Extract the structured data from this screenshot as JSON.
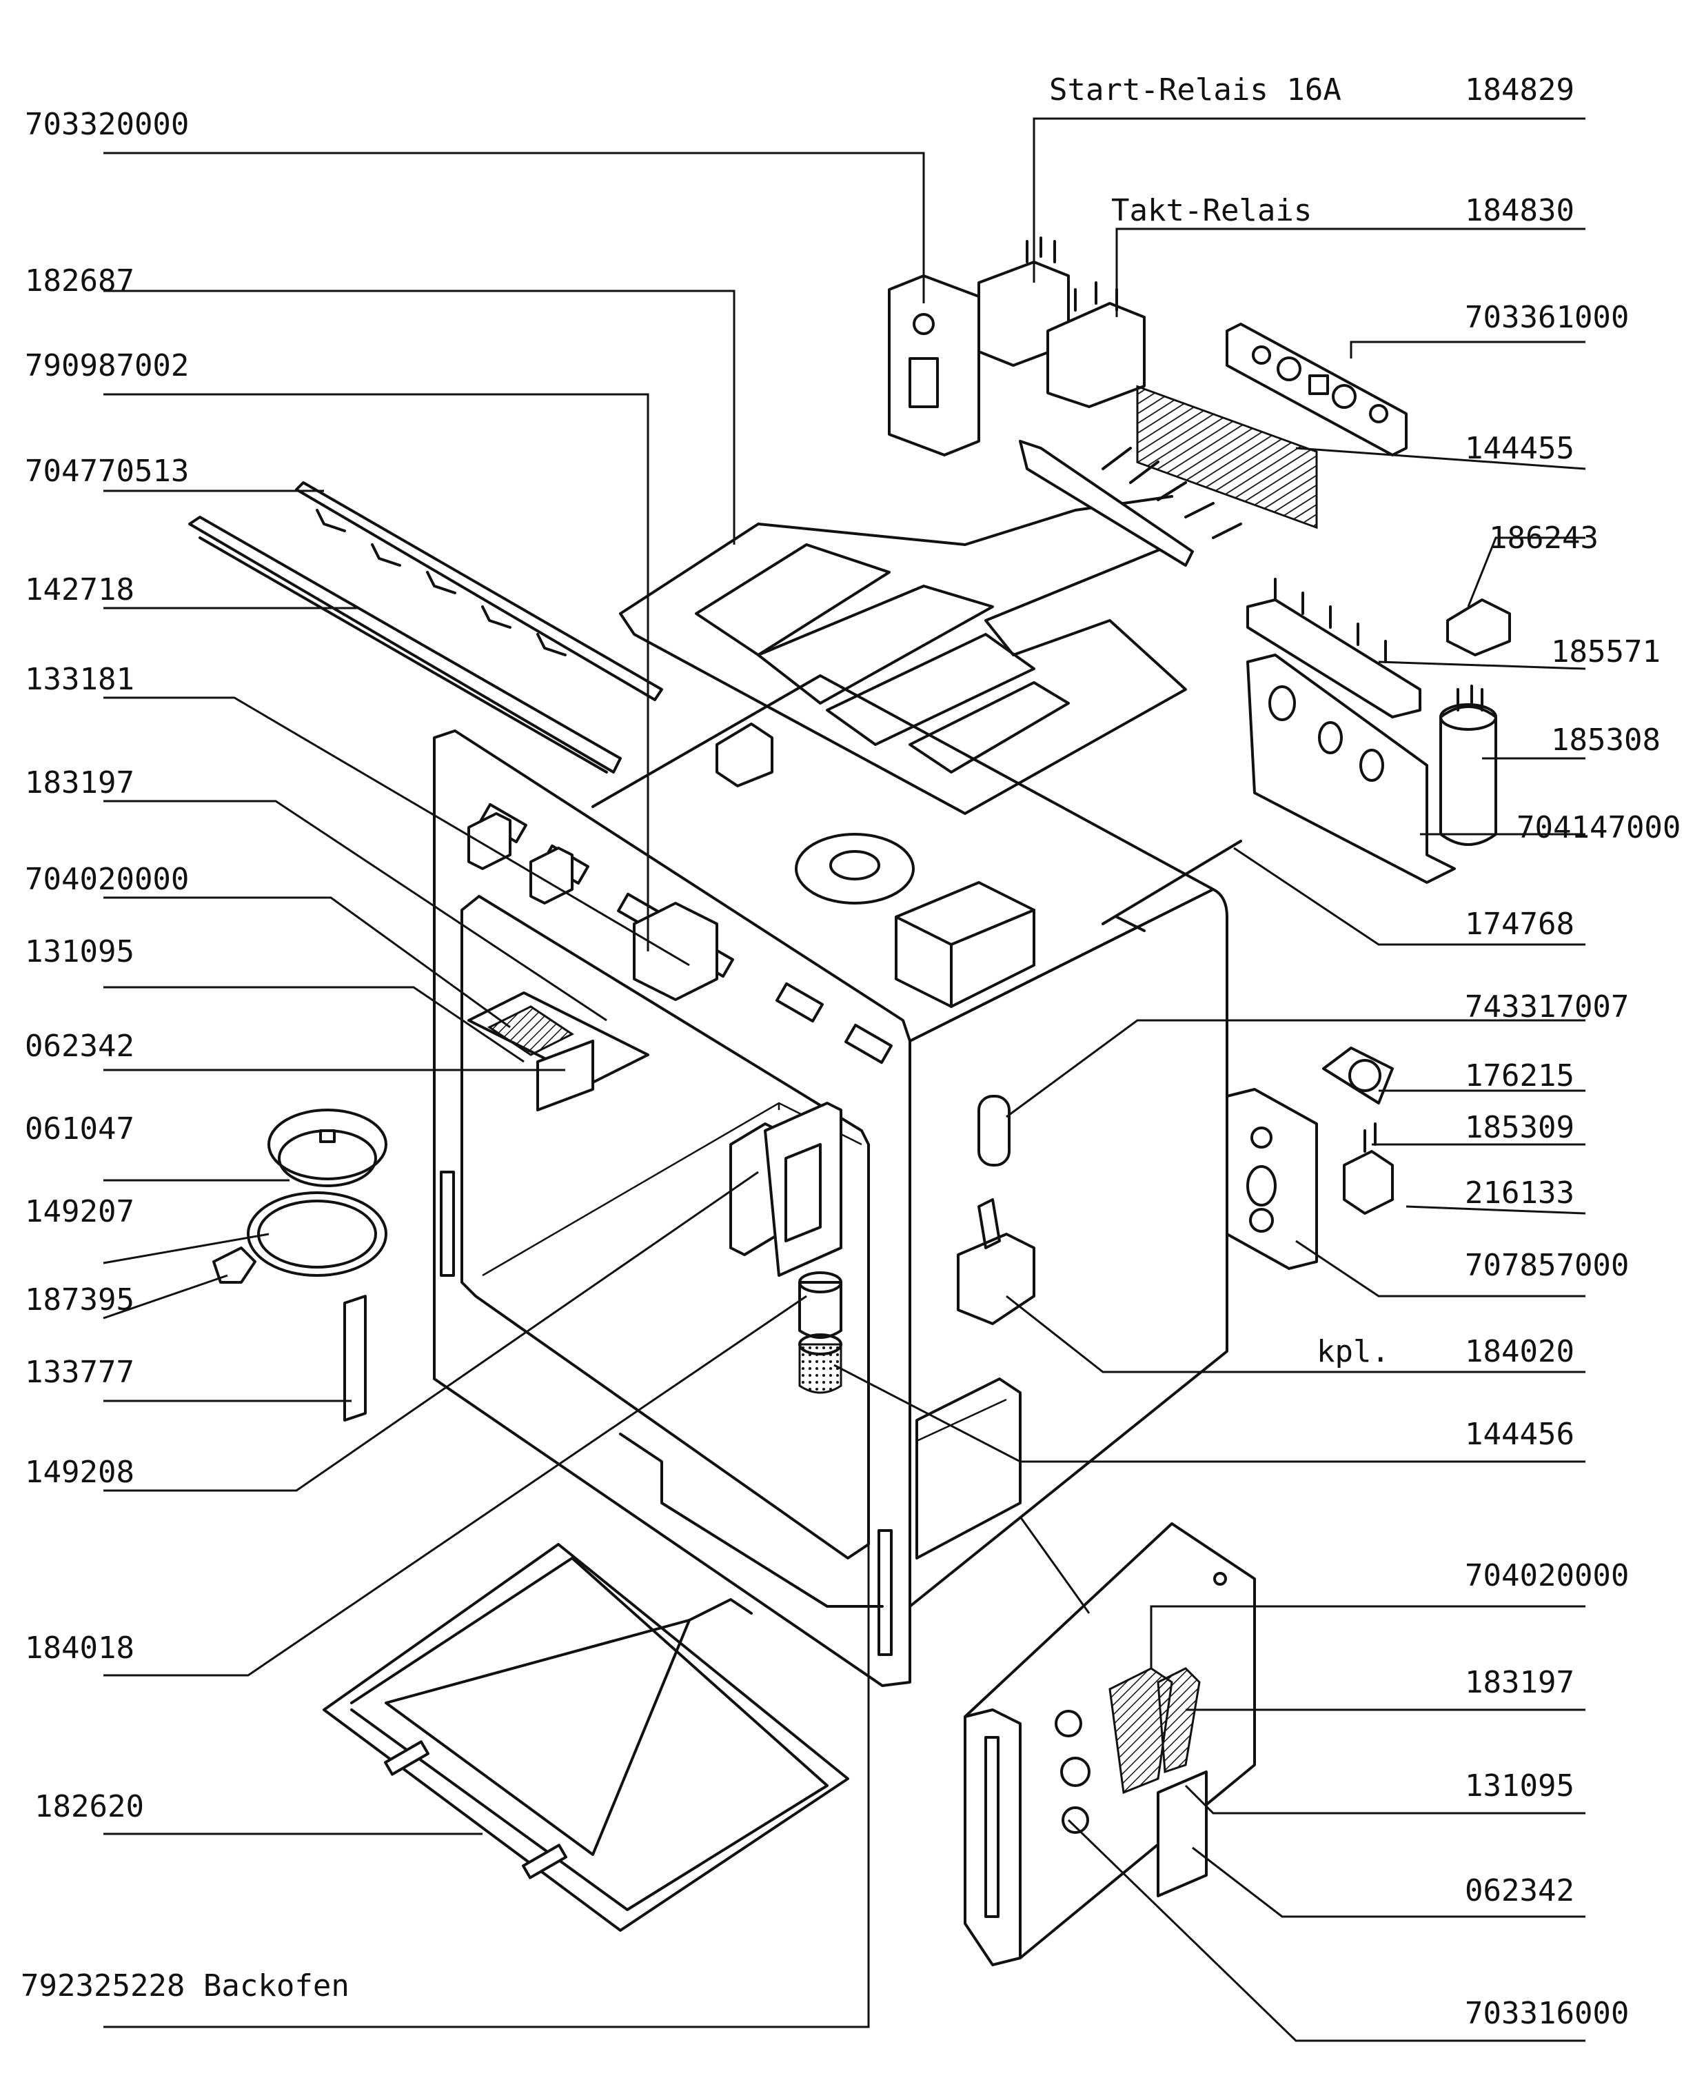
{
  "labels": {
    "l_184829": "184829",
    "l_start_relais": "Start-Relais 16A",
    "l_703320000": "703320000",
    "l_184830": "184830",
    "l_takt_relais": "Takt-Relais",
    "l_182687": "182687",
    "l_703361000": "703361000",
    "l_790987002": "790987002",
    "l_144455": "144455",
    "l_704770513": "704770513",
    "l_186243": "186243",
    "l_142718": "142718",
    "l_185571": "185571",
    "l_133181": "133181",
    "l_185308": "185308",
    "l_183197a": "183197",
    "l_704147000": "704147000",
    "l_704020000a": "704020000",
    "l_174768": "174768",
    "l_131095a": "131095",
    "l_743317007": "743317007",
    "l_062342a": "062342",
    "l_176215": "176215",
    "l_061047": "061047",
    "l_185309": "185309",
    "l_149207": "149207",
    "l_216133": "216133",
    "l_187395": "187395",
    "l_707857000": "707857000",
    "l_133777": "133777",
    "l_kpl": "kpl.",
    "l_184020": "184020",
    "l_149208": "149208",
    "l_144456": "144456",
    "l_184018": "184018",
    "l_704020000b": "704020000",
    "l_183197b": "183197",
    "l_182620": "182620",
    "l_131095b": "131095",
    "l_062342b": "062342",
    "l_792325228": "792325228 Backofen",
    "l_703316000": "703316000"
  }
}
